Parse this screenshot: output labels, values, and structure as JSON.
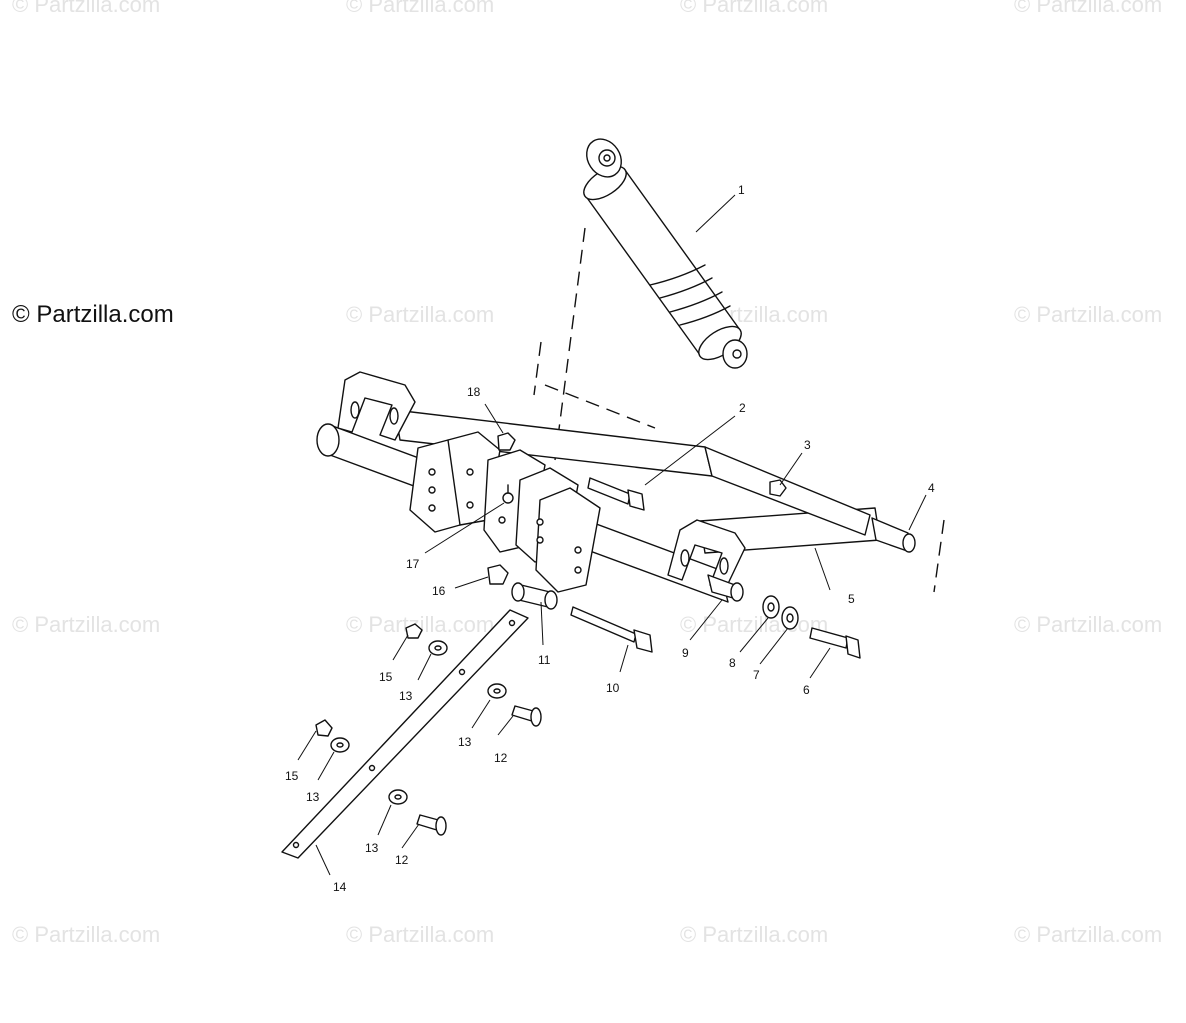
{
  "watermark_text": "© Partzilla.com",
  "credit_text": "© Partzilla.com",
  "callouts": {
    "c1": "1",
    "c2": "2",
    "c3": "3",
    "c4": "4",
    "c5": "5",
    "c6": "6",
    "c7": "7",
    "c8": "8",
    "c9": "9",
    "c10": "10",
    "c11": "11",
    "c12a": "12",
    "c12b": "12",
    "c13a": "13",
    "c13b": "13",
    "c13c": "13",
    "c13d": "13",
    "c14": "14",
    "c15a": "15",
    "c15b": "15",
    "c16": "16",
    "c17": "17",
    "c18": "18"
  }
}
